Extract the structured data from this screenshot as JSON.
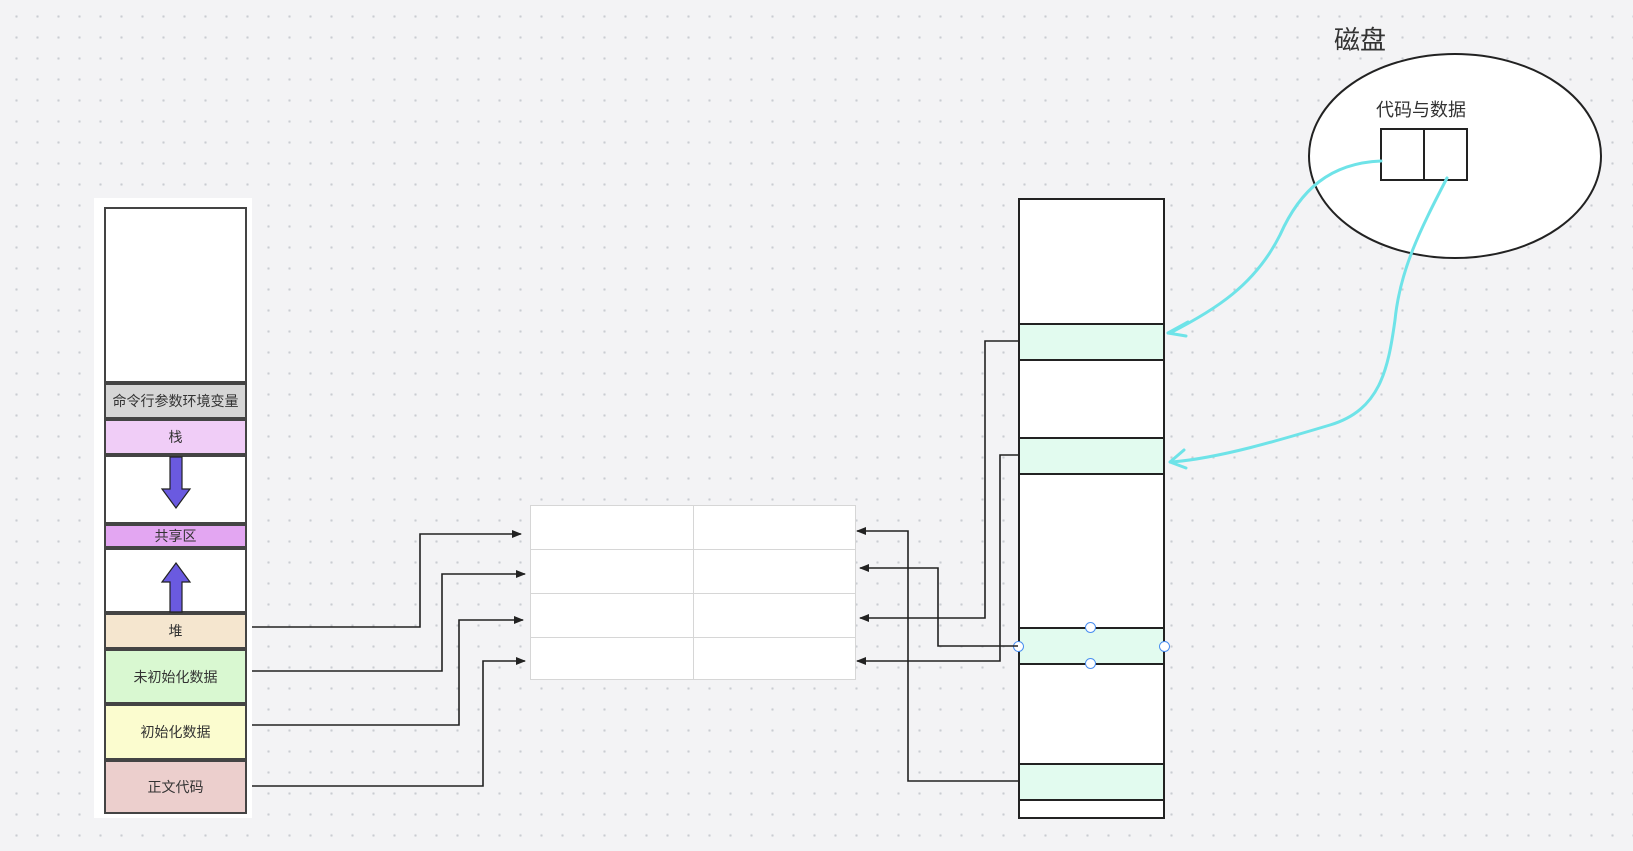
{
  "disk": {
    "title": "磁盘",
    "file_label": "代码与数据"
  },
  "address_space": {
    "segments": [
      {
        "id": "top",
        "label": ""
      },
      {
        "id": "args-env",
        "label": "命令行参数环境变量",
        "color": "#d6d6d6"
      },
      {
        "id": "stack",
        "label": "栈",
        "color": "#f0cdf7"
      },
      {
        "id": "gap-down",
        "label": "",
        "arrow": "down"
      },
      {
        "id": "shared",
        "label": "共享区",
        "color": "#e3a6f2"
      },
      {
        "id": "gap-up",
        "label": "",
        "arrow": "up"
      },
      {
        "id": "heap",
        "label": "堆",
        "color": "#f5e6cf"
      },
      {
        "id": "bss",
        "label": "未初始化数据",
        "color": "#d9f8d1"
      },
      {
        "id": "data",
        "label": "初始化数据",
        "color": "#fbfccf"
      },
      {
        "id": "text",
        "label": "正文代码",
        "color": "#eccfcd"
      }
    ],
    "arrow_color": "#6a5ae0"
  },
  "colors": {
    "frame_fill": "#e2fbef",
    "cyan_arrow": "#6ee3e8",
    "connector": "#222222"
  },
  "page_table": {
    "rows": 4,
    "cols": 2
  },
  "physical_memory": {
    "frames": 4
  }
}
